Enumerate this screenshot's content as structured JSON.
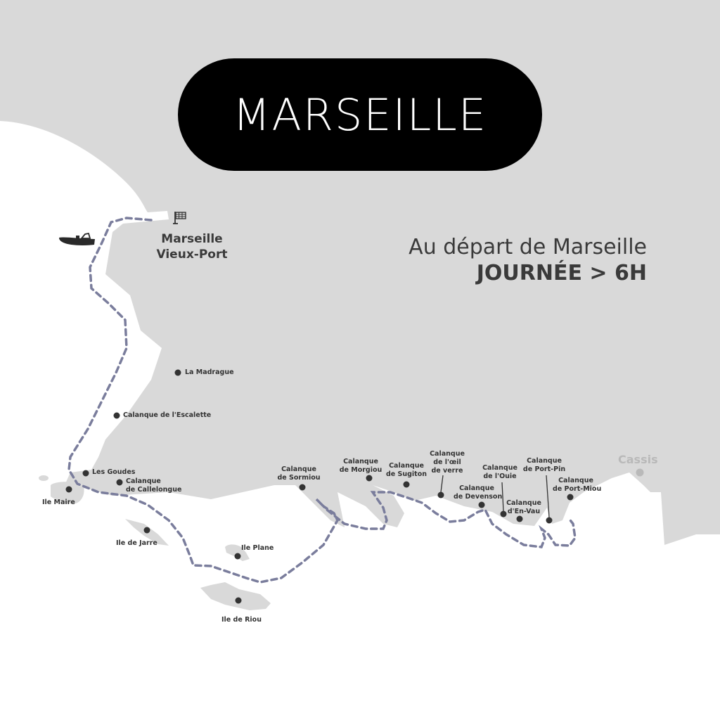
{
  "title": "MARSEILLE",
  "info": {
    "subtitle": "Au départ de Marseille",
    "duration": "JOURNÉE > 6H"
  },
  "colors": {
    "land": "#d9d9d9",
    "sea": "#ffffff",
    "route": "#7a7d9c",
    "pill": "#000000",
    "text": "#333333",
    "cassis": "#b9b9b9"
  },
  "map": {
    "departure": {
      "line1": "Marseille",
      "line2": "Vieux-Port",
      "icon": "harbor-flag-icon"
    },
    "boat_icon": "boat-icon",
    "destination": "Cassis",
    "places": [
      {
        "id": "la-madrague",
        "line1": "La Madrague",
        "line2": ""
      },
      {
        "id": "escalette",
        "line1": "Calanque de l'Escalette",
        "line2": ""
      },
      {
        "id": "les-goudes",
        "line1": "Les Goudes",
        "line2": ""
      },
      {
        "id": "callelongue",
        "line1": "Calanque",
        "line2": "de Callelongue"
      },
      {
        "id": "ile-maire",
        "line1": "Ile Maire",
        "line2": ""
      },
      {
        "id": "ile-jarre",
        "line1": "Ile de Jarre",
        "line2": ""
      },
      {
        "id": "ile-plane",
        "line1": "Ile Plane",
        "line2": ""
      },
      {
        "id": "ile-riou",
        "line1": "Ile de Riou",
        "line2": ""
      },
      {
        "id": "sormiou",
        "line1": "Calanque",
        "line2": "de Sormiou"
      },
      {
        "id": "morgiou",
        "line1": "Calanque",
        "line2": "de Morgiou"
      },
      {
        "id": "sugiton",
        "line1": "Calanque",
        "line2": "de Sugiton"
      },
      {
        "id": "oeil-de-verre",
        "line1": "Calanque",
        "line2": "de l'œil",
        "line3": "de verre"
      },
      {
        "id": "devenson",
        "line1": "Calanque",
        "line2": "de Devenson"
      },
      {
        "id": "ouie",
        "line1": "Calanque",
        "line2": "de l'Ouie"
      },
      {
        "id": "en-vau",
        "line1": "Calanque",
        "line2": "d'En-Vau"
      },
      {
        "id": "port-pin",
        "line1": "Calanque",
        "line2": "de Port-Pin"
      },
      {
        "id": "port-miou",
        "line1": "Calanque",
        "line2": "de Port-Miou"
      }
    ]
  }
}
